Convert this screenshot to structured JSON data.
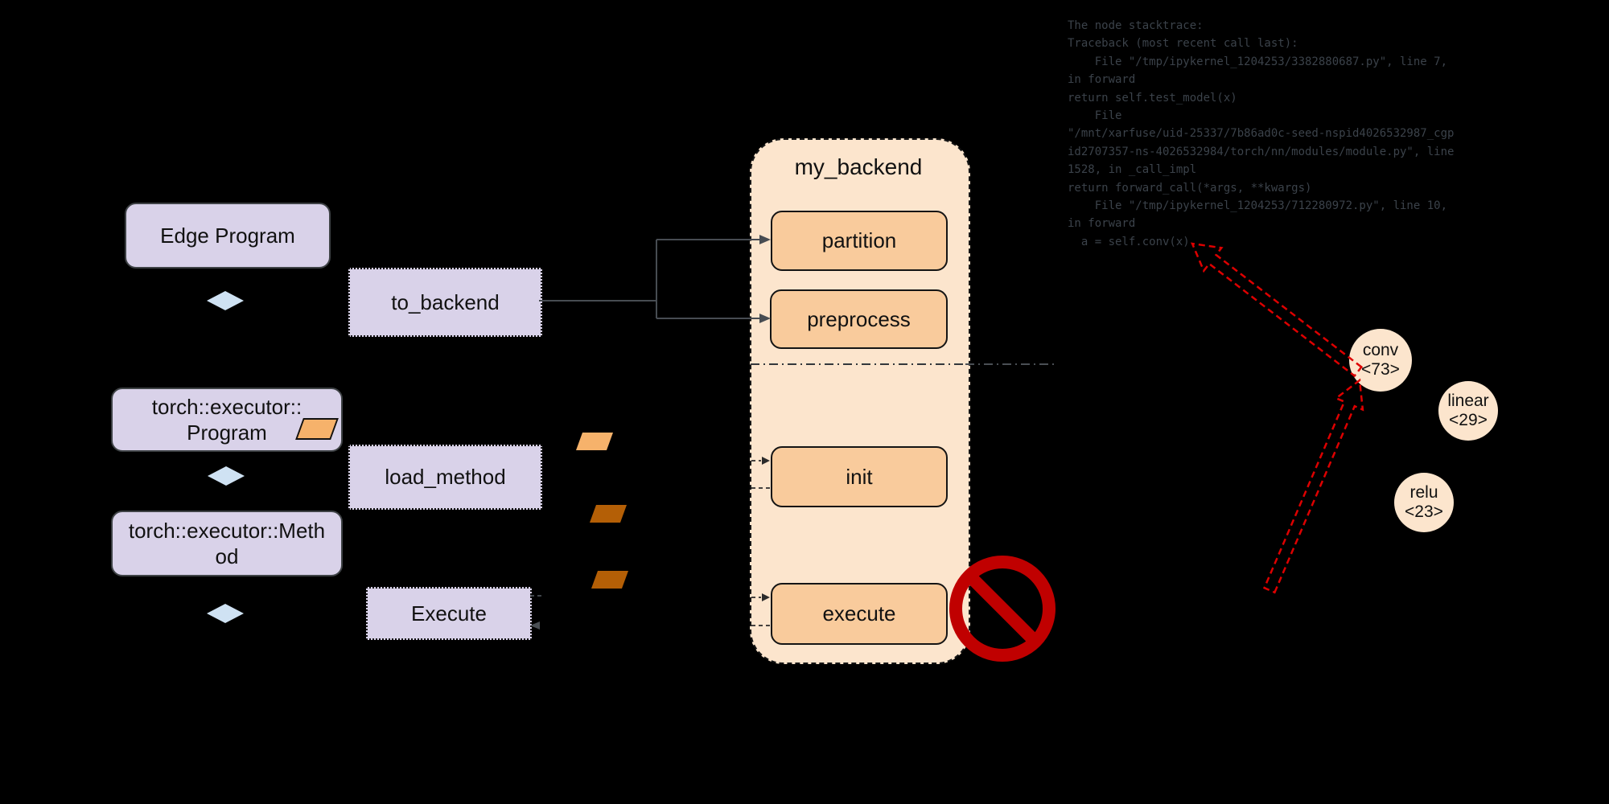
{
  "left_flow": {
    "edge_program": {
      "label": "Edge Program"
    },
    "program": {
      "lines": [
        "torch::executor::",
        "Program"
      ]
    },
    "method": {
      "lines": [
        "torch::executor::Meth",
        "od"
      ]
    },
    "to_backend": {
      "label": "to_backend"
    },
    "load_method": {
      "label": "load_method"
    },
    "execute_call": {
      "label": "Execute"
    }
  },
  "backend_panel": {
    "title": "my_backend",
    "stages": {
      "partition": "partition",
      "preprocess": "preprocess",
      "init": "init",
      "execute": "execute"
    }
  },
  "graph_nodes": [
    {
      "name": "conv",
      "id": "<73>"
    },
    {
      "name": "linear",
      "id": "<29>"
    },
    {
      "name": "relu",
      "id": "<23>"
    }
  ],
  "stacktrace": {
    "lines": [
      "The node stacktrace:",
      "Traceback (most recent call last):",
      "    File \"/tmp/ipykernel_1204253/3382880687.py\", line 7,",
      "in forward",
      "return self.test_model(x)",
      "    File",
      "\"/mnt/xarfuse/uid-25337/7b86ad0c-seed-nspid4026532987_cgp",
      "id2707357-ns-4026532984/torch/nn/modules/module.py\", line",
      "1528, in _call_impl",
      "return forward_call(*args, **kwargs)",
      "    File \"/tmp/ipykernel_1204253/712280972.py\", line 10,",
      "in forward",
      "  a = self.conv(x)"
    ]
  },
  "palette": {
    "background": "#000000",
    "purple_box": "#d9d2e9",
    "blue_diamond": "#cfe2f3",
    "backend_fill": "#fce5cd",
    "stage_fill": "#f9cb9c",
    "parallelogram_light": "#f6b26b",
    "parallelogram_dark": "#b45f06",
    "node_circle": "#fce5cd",
    "prohibition_red": "#c00000",
    "arrow_red": "#dd0000",
    "connector_gray": "#474c52",
    "trace_text": "#3b424a"
  }
}
